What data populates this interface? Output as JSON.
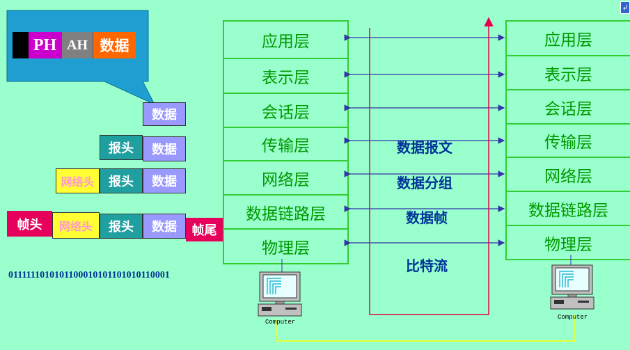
{
  "callout": {
    "pdu": [
      "PH",
      "AH",
      "数据"
    ]
  },
  "stack": {
    "data_label": "数据",
    "header_label": "报头",
    "net_header_label": "网络头",
    "frame_head_label": "帧头",
    "frame_tail_label": "帧尾",
    "bitstream": "0111111010101100010101101010110001"
  },
  "layers_left": [
    "应用层",
    "表示层",
    "会话层",
    "传输层",
    "网络层",
    "数据链路层",
    "物理层"
  ],
  "layers_right": [
    "应用层",
    "表示层",
    "会话层",
    "传输层",
    "网络层",
    "数据链路层",
    "物理层"
  ],
  "protocol_units": [
    "数据报文",
    "数据分组",
    "数据帧",
    "比特流"
  ],
  "computers": {
    "left_label": "Computer",
    "right_label": "Computer"
  },
  "colors": {
    "background": "#99ffcc",
    "layer_border": "#33cc33",
    "layer_text": "#009900",
    "callout": "#1f9fd1",
    "ph": "#cc00cc",
    "ah": "#808080",
    "data_orange": "#ff6600",
    "data_blue": "#9999ff",
    "header_teal": "#1f9f9f",
    "net_header_yellow": "#ffff33",
    "frame_crimson": "#e6005c",
    "arrow_blue": "#3333aa",
    "flow_red": "#e6004c",
    "cable_yellow": "#ffff00"
  }
}
